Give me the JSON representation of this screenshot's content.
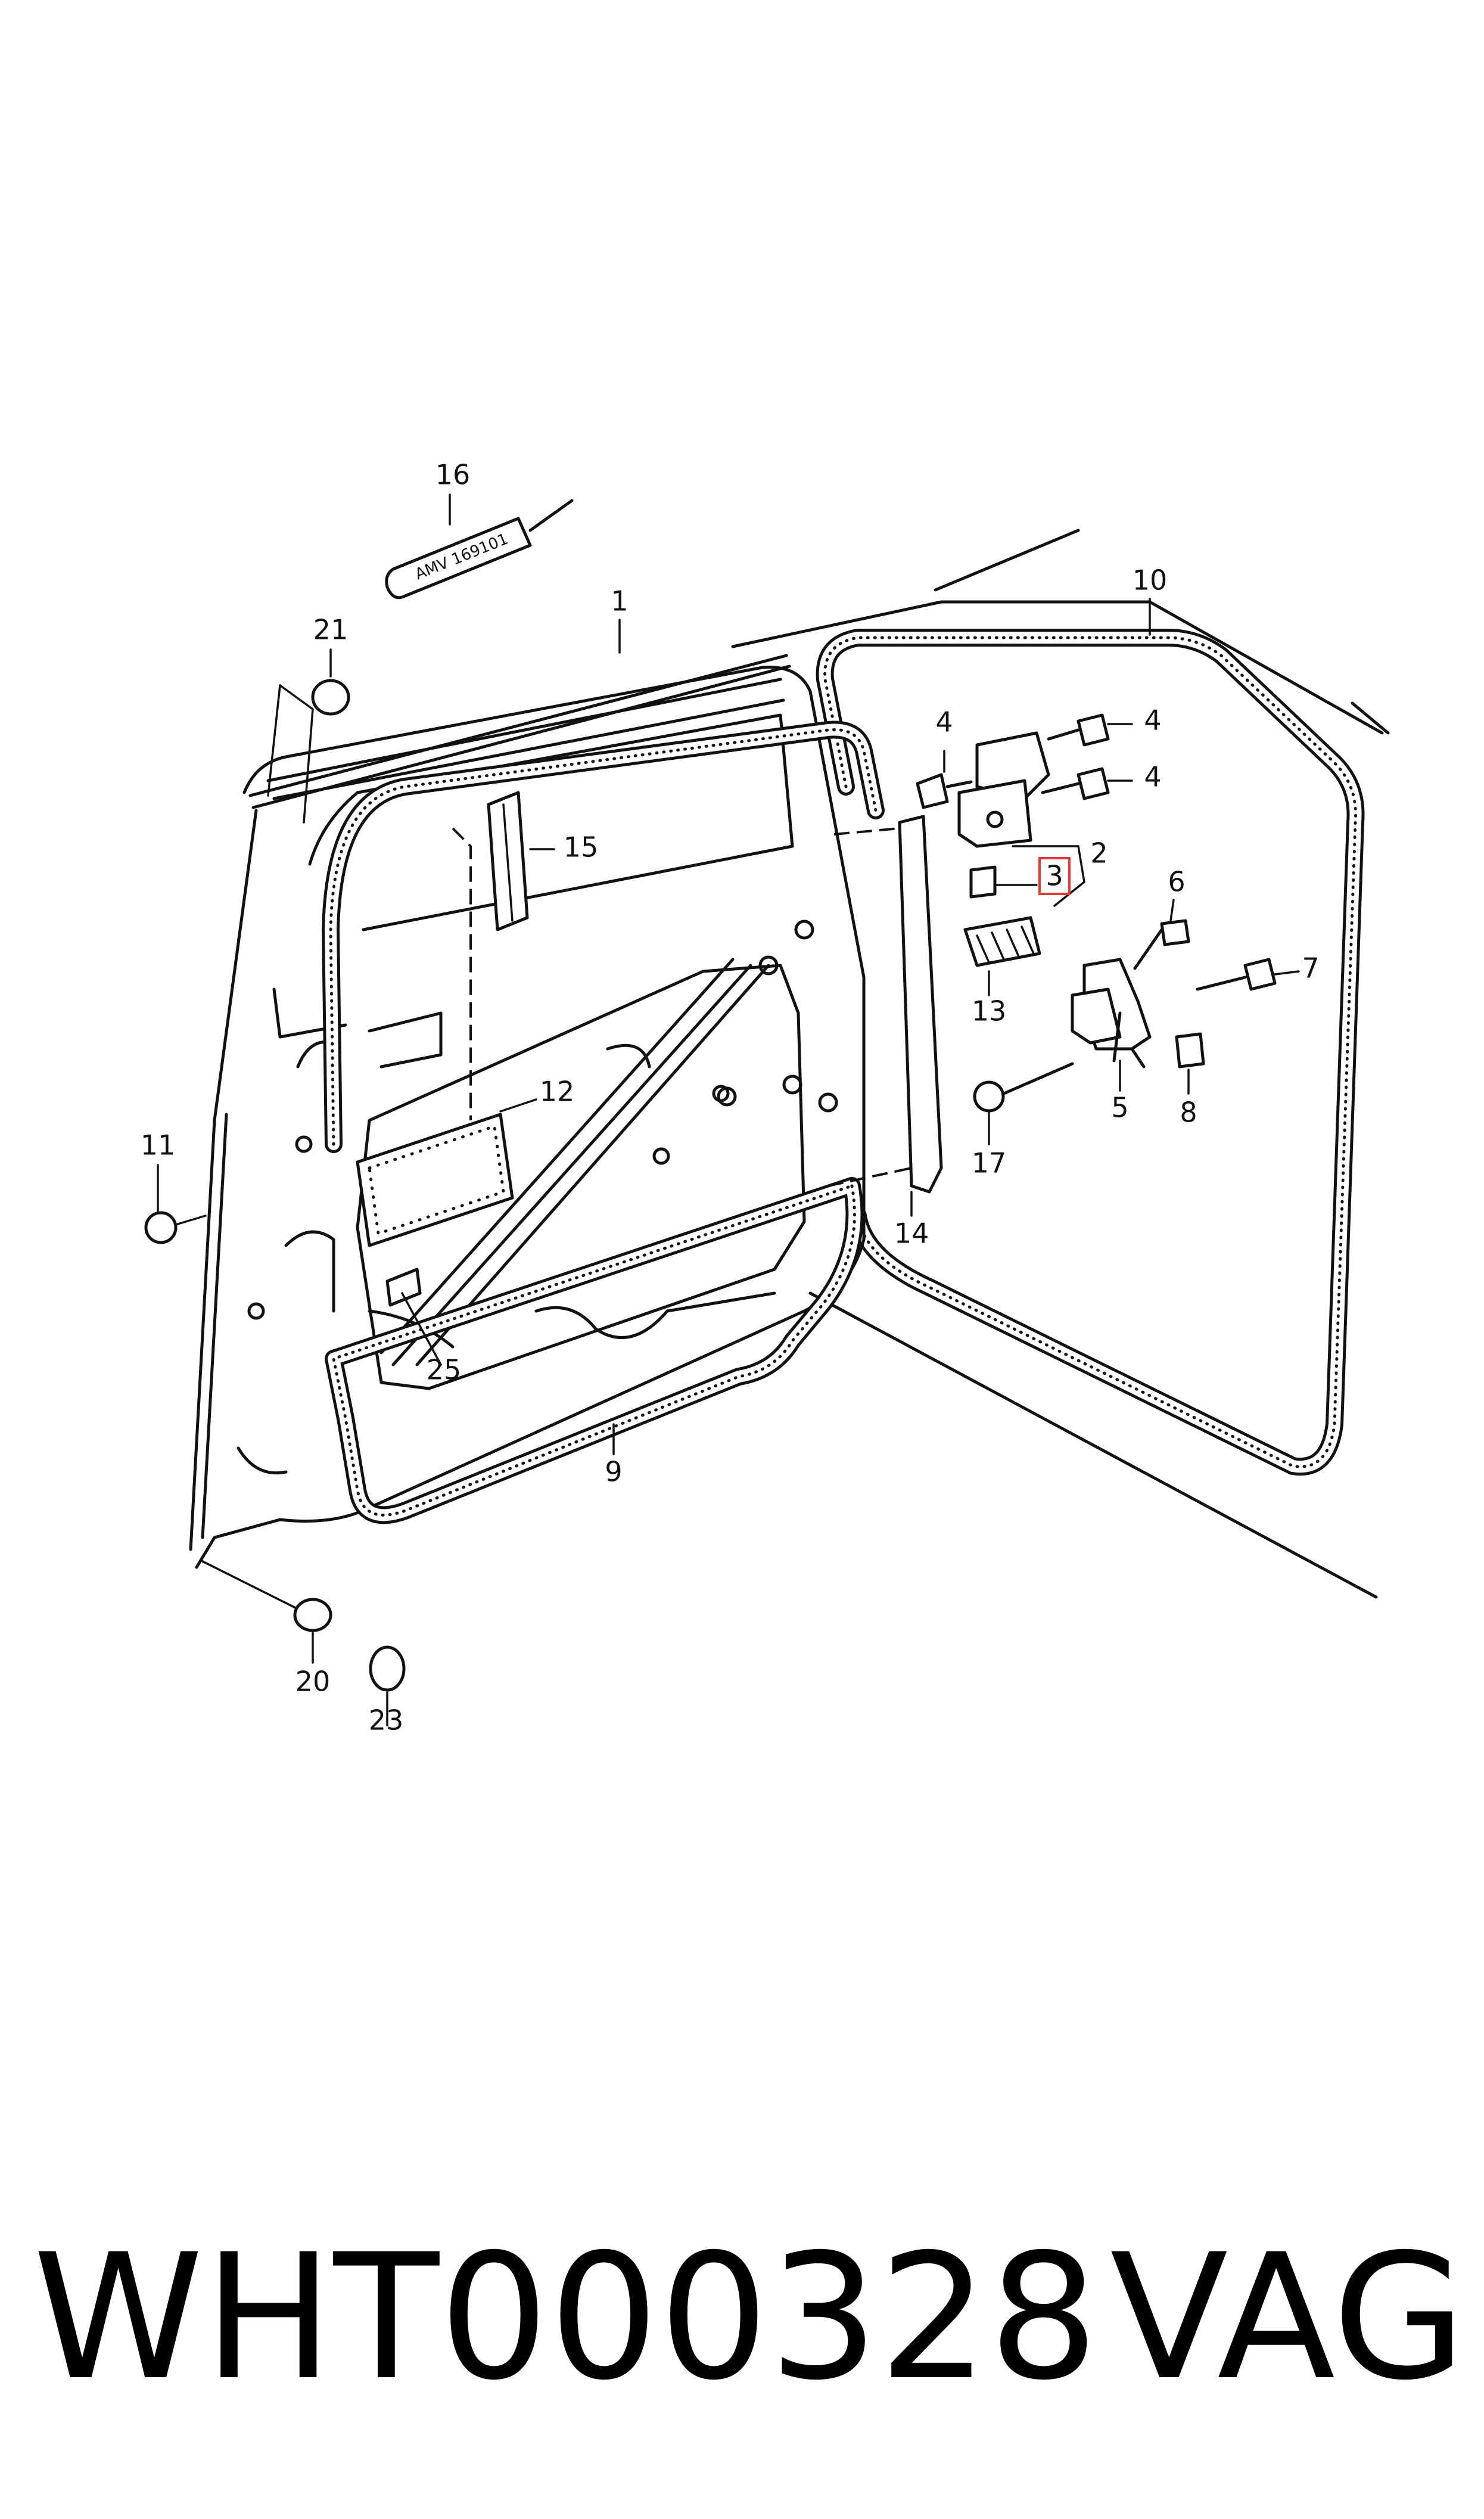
{
  "diagram": {
    "callouts": [
      {
        "id": "c1",
        "label": "1"
      },
      {
        "id": "c2",
        "label": "2"
      },
      {
        "id": "c3",
        "label": "3",
        "highlighted": true
      },
      {
        "id": "c4a",
        "label": "4"
      },
      {
        "id": "c4b",
        "label": "4"
      },
      {
        "id": "c4c",
        "label": "4"
      },
      {
        "id": "c5",
        "label": "5"
      },
      {
        "id": "c6",
        "label": "6"
      },
      {
        "id": "c7",
        "label": "7"
      },
      {
        "id": "c8",
        "label": "8"
      },
      {
        "id": "c9",
        "label": "9"
      },
      {
        "id": "c10",
        "label": "10"
      },
      {
        "id": "c11",
        "label": "11"
      },
      {
        "id": "c12",
        "label": "12"
      },
      {
        "id": "c13",
        "label": "13"
      },
      {
        "id": "c14",
        "label": "14"
      },
      {
        "id": "c15",
        "label": "15"
      },
      {
        "id": "c16",
        "label": "16"
      },
      {
        "id": "c17",
        "label": "17"
      },
      {
        "id": "c20",
        "label": "20"
      },
      {
        "id": "c21",
        "label": "21"
      },
      {
        "id": "c23",
        "label": "23"
      },
      {
        "id": "c25",
        "label": "25"
      }
    ],
    "tube_text": "AMV 169101",
    "highlight_color": "#e53935"
  },
  "footer": {
    "part_number": "WHT000328",
    "brand": "VAG"
  }
}
